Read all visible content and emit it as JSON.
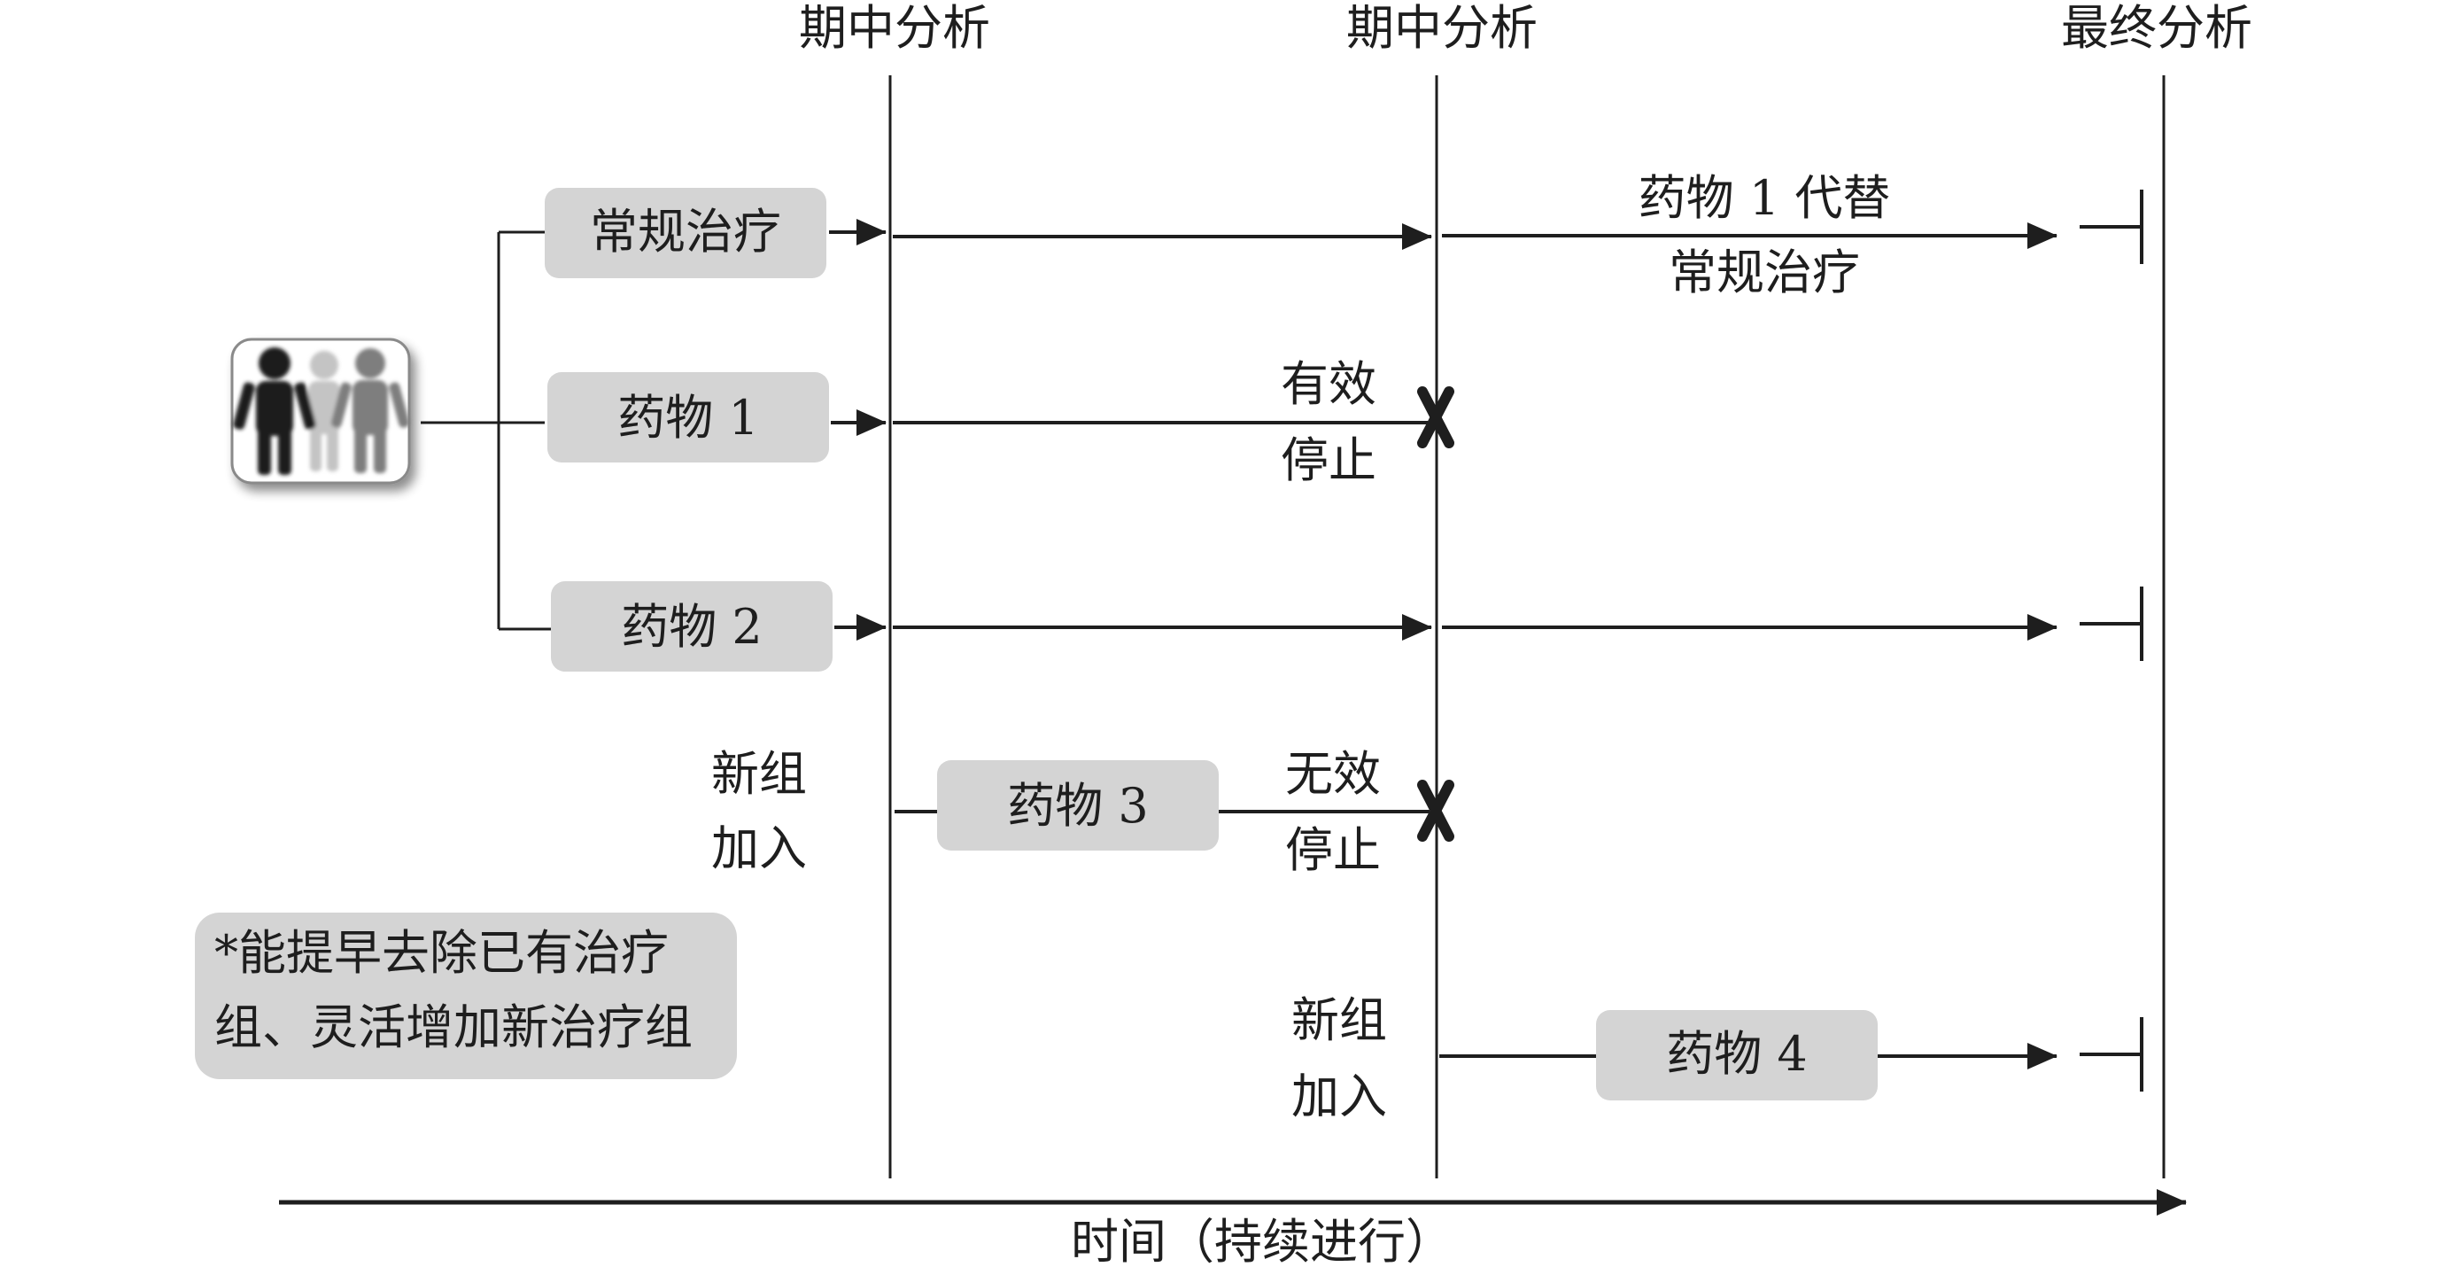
{
  "headers": {
    "interim_1": "期中分析",
    "interim_2": "期中分析",
    "final": "最终分析"
  },
  "arms": {
    "standard": "常规治疗",
    "drug1": "药物 1",
    "drug2": "药物 2",
    "drug3": "药物 3",
    "drug4": "药物 4"
  },
  "annotations": {
    "replace_line1": "药物 1 代替",
    "replace_line2": "常规治疗",
    "effective_line1": "有效",
    "effective_line2": "停止",
    "ineffective_line1": "无效",
    "ineffective_line2": "停止",
    "new_group_a_line1": "新组",
    "new_group_a_line2": "加入",
    "new_group_b_line1": "新组",
    "new_group_b_line2": "加入"
  },
  "note": {
    "line1": "*能提早去除已有治疗",
    "line2": "组、灵活增加新治疗组"
  },
  "time_axis": {
    "label": "时间（持续进行）"
  },
  "icons": {
    "participants": "people-group-icon",
    "stop_marker": "cross-marker-icon",
    "end_marker": "end-bar-icon"
  },
  "colors": {
    "box_fill": "#d4d4d4",
    "line": "#1e1e1e",
    "text": "#1e1e1e"
  }
}
